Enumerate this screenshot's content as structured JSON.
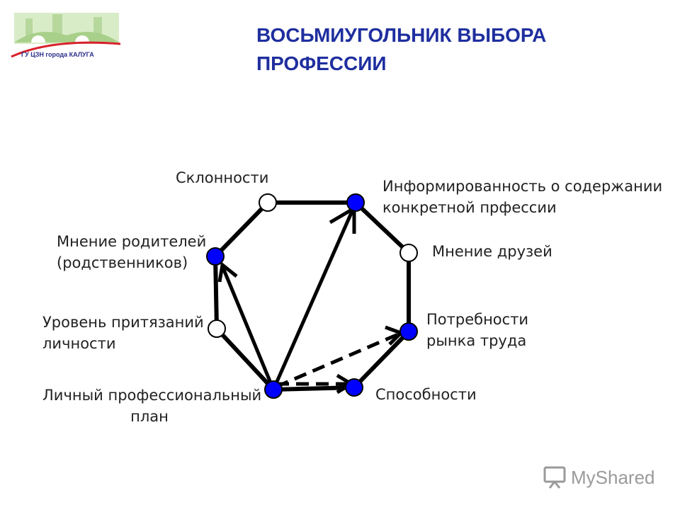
{
  "logo": {
    "caption": "ГУ ЦЗН города КАЛУГА"
  },
  "title": {
    "line1": "ВОСЬМИУГОЛЬНИК ВЫБОРА",
    "line2": "ПРОФЕССИИ"
  },
  "nodes": {
    "sklonnosti": "Склонности",
    "informirovannost": {
      "line1": "Информированность о содержании",
      "line2": "конкретной прфессии"
    },
    "mnenie_druzey": "Мнение друзей",
    "potrebnosti": {
      "line1": "Потребности",
      "line2": "рынка труда"
    },
    "sposobnosti": "Способности",
    "lichny_plan": {
      "line1": "Личный профессиональный",
      "line2": "план"
    },
    "uroven": {
      "line1": "Уровень притязаний",
      "line2": "личности"
    },
    "mnenie_roditeley": {
      "line1": "Мнение родителей",
      "line2": "(родственников)"
    }
  },
  "colors": {
    "title": "#1f2f9f",
    "filled_node": "#0000ff",
    "empty_node": "#ffffff",
    "edge": "#000000"
  },
  "watermark": {
    "text": "MyShared"
  }
}
